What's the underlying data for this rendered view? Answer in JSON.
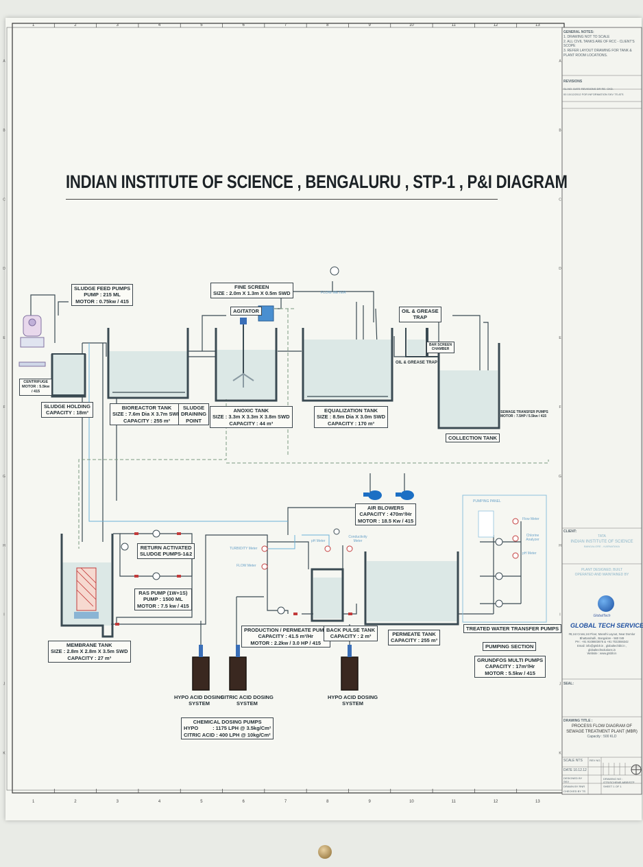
{
  "title": "INDIAN INSTITUTE OF SCIENCE , BENGALURU , STP-1 , P&I DIAGRAM",
  "grid": {
    "cols": [
      "1",
      "2",
      "3",
      "4",
      "5",
      "6",
      "7",
      "8",
      "9",
      "10",
      "11",
      "12",
      "13"
    ],
    "rows": [
      "A",
      "B",
      "C",
      "D",
      "E",
      "F",
      "G",
      "H",
      "I",
      "J",
      "K"
    ]
  },
  "equipment": {
    "sludge_feed_pumps": {
      "name": "SLUDGE FEED PUMPS",
      "l1": "PUMP : 215 ML",
      "l2": "MOTOR : 0.75kw / 415"
    },
    "centrifuge": {
      "name": "CENTRIFUGE",
      "l1": "MOTOR : 5.5kw",
      "l2": "/ 415"
    },
    "sludge_holding": {
      "name": "SLUDGE HOLDING",
      "l1": "CAPACITY : 18m³"
    },
    "bioreactor_tank": {
      "name": "BIOREACTOR TANK",
      "l1": "SIZE : 7.6m Dia X 3.7m SWD",
      "l2": "CAPACITY : 255 m³"
    },
    "sludge_draining": {
      "name": "SLUDGE",
      "l1": "DRAINING",
      "l2": "POINT"
    },
    "fine_screen": {
      "name": "FINE SCREEN",
      "l1": "SIZE : 2.0m X 1.3m X 0.5m SWD"
    },
    "agitator": {
      "name": "AGITATOR"
    },
    "anoxic_tank": {
      "name": "ANOXIC TANK",
      "l1": "SIZE : 3.3m X 3.3m X 3.8m SWD",
      "l2": "CAPACITY : 44 m³"
    },
    "flow_meter": {
      "name": "FLOW METER"
    },
    "equalization_tank": {
      "name": "EQUALIZATION TANK",
      "l1": "SIZE : 8.5m Dia X 3.0m SWD",
      "l2": "CAPACITY : 170 m³"
    },
    "oil_grease_trap": {
      "name": "OIL & GREASE",
      "l1": "TRAP"
    },
    "oil_grease_trap_2": {
      "name": "OIL & GREASE TRAP"
    },
    "bar_screen": {
      "name": "BAR SCREEN",
      "l1": "CHAMBER"
    },
    "sewage_transfer": {
      "name": "SEWAGE TRANSFER PUMPS",
      "l1": "MOTOR : 7.5HP / 5.5kw / 415"
    },
    "collection_tank": {
      "name": "COLLECTION TANK"
    },
    "air_blowers": {
      "name": "AIR BLOWERS",
      "l1": "CAPACITY : 470m³/Hr",
      "l2": "MOTOR : 18.5 Kw / 415"
    },
    "return_sludge": {
      "name": "RETURN ACTIVATED",
      "l1": "SLUDGE PUMPS-1&2"
    },
    "ras_pump": {
      "name": "RAS PUMP (1W+1S)",
      "l1": "PUMP : 1500 ML",
      "l2": "MOTOR : 7.5 kw / 415"
    },
    "membrane_tank": {
      "name": "MEMBRANE TANK",
      "l1": "SIZE : 2.8m X 2.8m X 3.5m SWD",
      "l2": "CAPACITY : 27 m³"
    },
    "production_pump": {
      "name": "PRODUCTION / PERMEATE PUMP",
      "l1": "CAPACITY : 41.5 m³/Hr",
      "l2": "MOTOR : 2.2kw / 3.0 HP / 415"
    },
    "back_pulse_tank": {
      "name": "BACK PULSE TANK",
      "l1": "CAPACITY : 2 m³"
    },
    "permeate_tank": {
      "name": "PERMEATE TANK",
      "l1": "CAPACITY : 255 m³"
    },
    "treated_transfer": {
      "name": "TREATED WATER TRANSFER PUMPS"
    },
    "pumping_section": {
      "name": "PUMPING SECTION"
    },
    "grundfos": {
      "name": "GRUNDFOS MULTI PUMPS",
      "l1": "CAPACITY : 17m³/Hr",
      "l2": "MOTOR : 5.5kw / 415"
    },
    "hypo_dosing_1": {
      "name": "HYPO ACID DOSING",
      "l1": "SYSTEM"
    },
    "citric_dosing": {
      "name": "CITRIC ACID DOSING",
      "l1": "SYSTEM"
    },
    "hypo_dosing_2": {
      "name": "HYPO ACID DOSING",
      "l1": "SYSTEM"
    },
    "chemical_dosing": {
      "name": "CHEMICAL DOSING PUMPS",
      "l1": "HYPO          : 1175 LPH @ 3.5kg/Cm²",
      "l2": "CITRIC ACID : 400 LPH @ 10kg/Cm²"
    },
    "turbidity_meter": {
      "name": "TURBIDITY Meter"
    },
    "flow_meter_2": {
      "name": "FLOW Meter"
    },
    "ph_meter": {
      "name": "pH Meter"
    },
    "conductivity_meter": {
      "name": "Conductivity Meter"
    },
    "pumping_panel": {
      "name": "PUMPING PANEL"
    },
    "flow_meter_3": {
      "name": "Flow Meter"
    },
    "chlorine_analyzer": {
      "name": "Chlorine Analyzer"
    },
    "ph_meter_2": {
      "name": "pH Meter"
    }
  },
  "title_block": {
    "general_notes": "GENERAL NOTES:",
    "note1": "1. DRAWING NOT TO SCALE",
    "note2": "2. ALL CIVIL TANKS ARE OF RCC - CLIENT'S SCOPE",
    "note3": "3. REFER LAYOUT DRAWING FOR TANK & PLANT ROOM LOCATIONS.",
    "revisions": "REVISIONS",
    "rev_cols": "SL.NO.    DATE         REVISIONS        DR  RE. CKD.",
    "rev_row": "00    10/12/2012    FOR INFORMATION        SKV  TS  ATS",
    "client_label": "CLIENT:",
    "client_name": "TATA",
    "client_line": "INDIAN INSTITUTE OF SCIENCE",
    "client_place": "BANGALORE - KARNATAKA",
    "plant_line1": "PLANT DESIGNED, BUILT",
    "plant_line2": "OPERATED AND MAINTAINED BY",
    "logo_word": "GlobalTech",
    "company": "GLOBAL TECH SERVICES",
    "address1": "#8,1st Cross,1st Floor, Maruthi Layout, Near Domlur",
    "address2": "Bhattarahalli , Bangalore - 560 049",
    "phone": "PH : +91 9108603676 & +91 7022556342",
    "email": "Email: info@gtsblr.in , globaltechblr.in , globaltechsolutions.in",
    "website": "Website : www.gtsblr.in",
    "seal": "SEAL:",
    "drawing_title_label": "DRAWING TITLE :",
    "drawing_title1": "PROCESS FLOW DIAGRAM OF",
    "drawing_title2": "SEWAGE TREATMENT PLANT (MBR)",
    "capacity": "Capacity : 500 KLD",
    "scale": "SCALE",
    "scale_val": "NTS",
    "date": "DATE",
    "date_val": "10.12.12",
    "designed": "DESIGNED BY",
    "designed_val": "SKV",
    "drawn": "DRAWN BY",
    "drawn_val": "RNR",
    "checked": "CHECKED BY",
    "checked_val": "TS",
    "rev_no": "REV NO.",
    "drawing_no": "DRAWING NO :",
    "drawing_no_val": "GTS/SCHEME-MBR/STP",
    "sheet": "SHEET 1 OF 1"
  },
  "colors": {
    "pipe": "#3a4a52",
    "water": "#dce8e6",
    "blue_line": "#6ab0d8",
    "dashed": "#7a9a80",
    "red": "#c23a3a"
  }
}
